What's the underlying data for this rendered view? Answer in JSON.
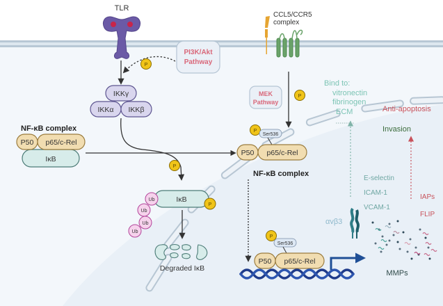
{
  "colors": {
    "cytoplasm": "#f3f7fb",
    "nucleus": "#e8eff6",
    "membrane": "#b9c9d6",
    "tlr": "#6b5aa6",
    "tlr_dot": "#c8254a",
    "ccr5": "#6aa36a",
    "ccl5": "#e6a532",
    "ikk_fill": "#d9d6ee",
    "ikk_stroke": "#5e5691",
    "nfkb_fill": "#f1ddb1",
    "nfkb_stroke": "#9b7d3f",
    "ikb_fill": "#d7ecea",
    "ikb_stroke": "#4c7c77",
    "phospho": "#f0c419",
    "ub_fill": "#f6d2ec",
    "ub_stroke": "#b2449a",
    "pathway_text": "#d9687a",
    "teal_text": "#7cc4b4",
    "integrin_text": "#8fb9cc",
    "red_text": "#c8525b",
    "dna": "#1f3b8a"
  },
  "labels": {
    "tlr": "TLR",
    "ccl5_ccr5": [
      "CCL5/CCR5",
      "complex"
    ],
    "pi3k": [
      "PI3K/Akt",
      "Pathway"
    ],
    "mek": [
      "MEK",
      "Pathway"
    ],
    "ikk_gamma": "IKKγ",
    "ikk_alpha": "IKKα",
    "ikk_beta": "IKKβ",
    "nfkb_complex_left": "NF-κB complex",
    "nfkb_complex_mid": "NF-κB complex",
    "p50": "P50",
    "p65": "p65/c-Rel",
    "ikb": "IκB",
    "phospho": "P",
    "ub": "Ub",
    "ser536": "Ser536",
    "degraded_ikb": "Degraded IκB",
    "bind_to": "Bind to:",
    "bind_targets": [
      "vitronectin",
      "fibrinogen",
      "ECM"
    ],
    "anti_apoptosis": "Anti-apoptosis",
    "invasion": "Invasion",
    "e_selectin": "E-selectin",
    "icam1": "ICAM-1",
    "vcam1": "VCAM-1",
    "integrin": "αvβ3",
    "iaps": "IAPs",
    "flip": "FLIP",
    "mmps": "MMPs"
  }
}
